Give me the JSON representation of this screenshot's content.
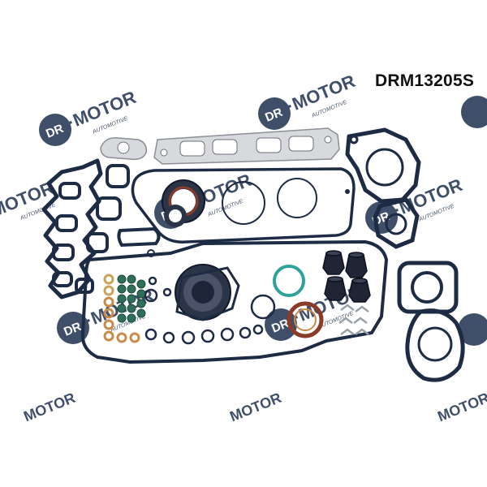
{
  "product": {
    "part_number": "DRM13205S"
  },
  "watermark": {
    "brand": "DR.MOTOR",
    "tagline": "AUTOMOTIVE"
  },
  "colors": {
    "gasket_outline": "#1e2b44",
    "gasket_fill": "#5a6378",
    "metal_plate": "#d7d9dc",
    "copper_washer": "#c98a4a",
    "brass_washer": "#c9a458",
    "green_seal": "#2e6f5c",
    "teal_ring": "#2fa39b",
    "red_brown_ring": "#8a3b2a",
    "watermark": "#1d2f4f"
  }
}
